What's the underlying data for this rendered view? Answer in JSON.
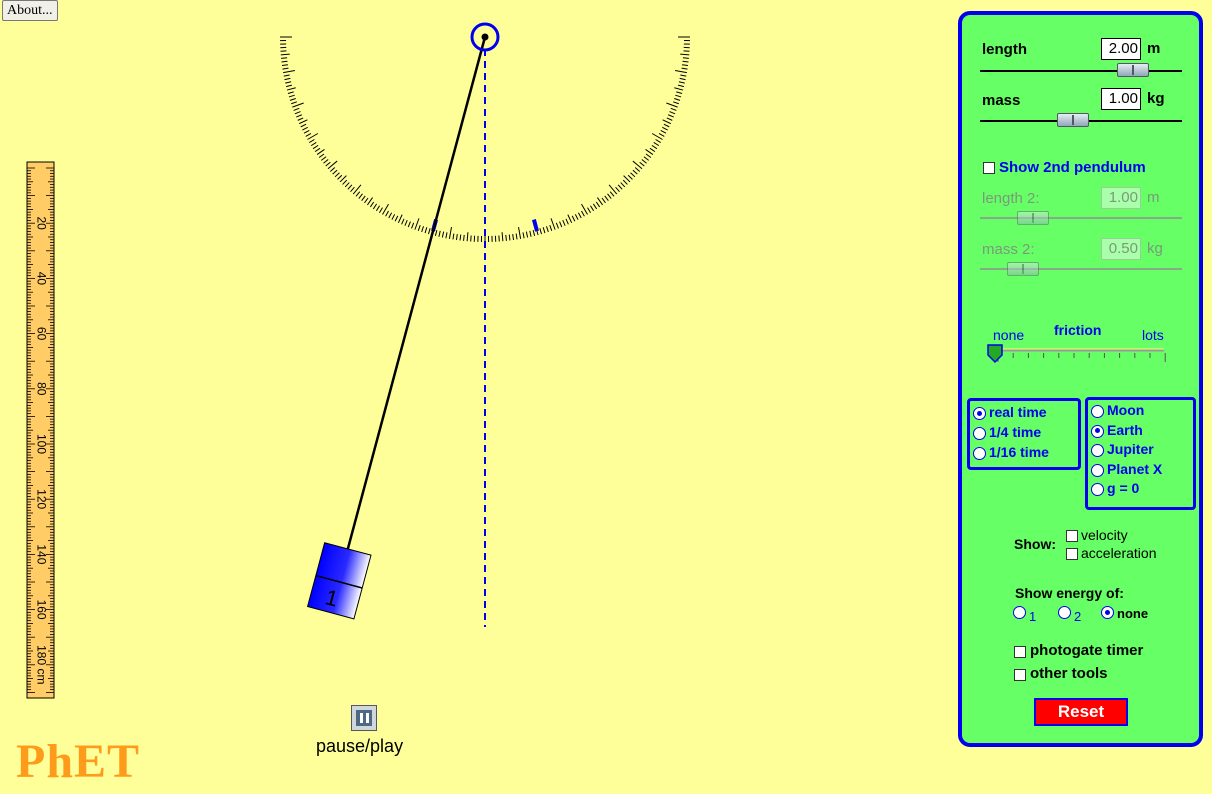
{
  "app": {
    "about_label": "About...",
    "logo_text": "PhET",
    "pause_label": "pause/play"
  },
  "ruler": {
    "tick_labels": [
      "20",
      "40",
      "60",
      "80",
      "100",
      "120",
      "140",
      "160",
      "180 cm"
    ]
  },
  "pendulum": {
    "bob_label": "1",
    "angle_deg": 15,
    "bob_color": "#0000ff"
  },
  "panel": {
    "length": {
      "label": "length",
      "value": "2.00",
      "unit": "m"
    },
    "mass": {
      "label": "mass",
      "value": "1.00",
      "unit": "kg"
    },
    "second_pendulum": {
      "label": "Show 2nd pendulum",
      "checked": false
    },
    "length2": {
      "label": "length 2:",
      "value": "1.00",
      "unit": "m"
    },
    "mass2": {
      "label": "mass 2:",
      "value": "0.50",
      "unit": "kg"
    },
    "friction": {
      "title": "friction",
      "min_label": "none",
      "max_label": "lots",
      "level": 0
    },
    "time_options": [
      {
        "label": "real time",
        "selected": true
      },
      {
        "label": "1/4 time",
        "selected": false
      },
      {
        "label": "1/16 time",
        "selected": false
      }
    ],
    "gravity_options": [
      {
        "label": "Moon",
        "selected": false
      },
      {
        "label": "Earth",
        "selected": true
      },
      {
        "label": "Jupiter",
        "selected": false
      },
      {
        "label": "Planet X",
        "selected": false
      },
      {
        "label": "g = 0",
        "selected": false
      }
    ],
    "show": {
      "label": "Show:",
      "velocity": "velocity",
      "acceleration": "acceleration"
    },
    "energy": {
      "label": "Show energy of:",
      "opt1": "1",
      "opt2": "2",
      "opt_none": "none"
    },
    "photogate_label": "photogate timer",
    "other_tools_label": "other tools",
    "reset_label": "Reset"
  },
  "colors": {
    "background": "#ffff99",
    "panel": "#66ff66",
    "accent_blue": "#0000ee",
    "reset_red": "#ff0000",
    "logo_orange": "#ff9b1a"
  }
}
